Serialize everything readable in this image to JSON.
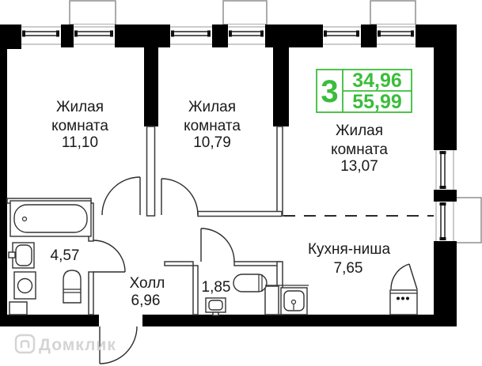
{
  "rooms": {
    "living1": {
      "label": "Жилая",
      "label2": "комната",
      "area": "11,10"
    },
    "living2": {
      "label": "Жилая",
      "label2": "комната",
      "area": "10,79"
    },
    "living3": {
      "label": "Жилая",
      "label2": "комната",
      "area": "13,07"
    },
    "kitchen": {
      "label": "Кухня-ниша",
      "area": "7,65"
    },
    "hall": {
      "label": "Холл",
      "area": "6,96"
    },
    "bathroom": {
      "area": "4,57"
    },
    "wc": {
      "area": "1,85"
    }
  },
  "badge": {
    "rooms": "3",
    "living_area": "34,96",
    "total_area": "55,99"
  },
  "watermark": {
    "text": "Домклик"
  },
  "icons": [
    "bathtub",
    "washbasin",
    "washing-machine",
    "toilet",
    "water-heater",
    "wc-toilet",
    "kitchen-sink",
    "stove",
    "entrance-door",
    "window",
    "balcony"
  ],
  "colors": {
    "wall": "#000000",
    "accent_green": "#3bbd3b",
    "watermark_gray": "#d4d4d4"
  }
}
